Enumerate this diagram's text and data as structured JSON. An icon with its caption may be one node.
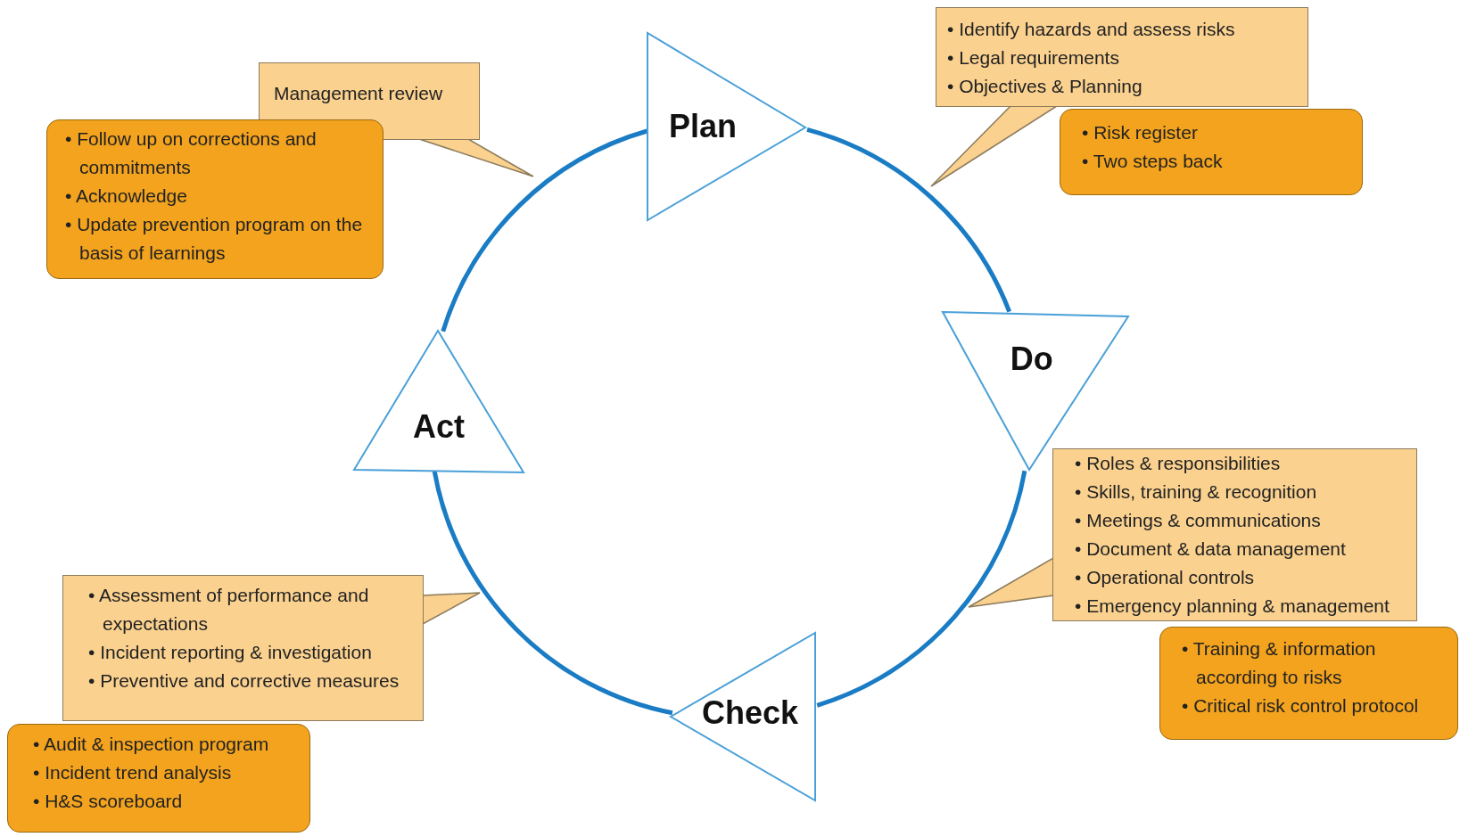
{
  "diagram": {
    "nodes": [
      {
        "text": [
          "Plan"
        ]
      },
      {
        "text": [
          "Do"
        ]
      },
      {
        "text": [
          "Check"
        ]
      },
      {
        "text": [
          "Act"
        ]
      },
      {
        "text": [
          "• Identify hazards and assess risks",
          "• Legal requirements",
          "• Objectives & Planning"
        ]
      },
      {
        "text": [
          "• Risk register",
          "• Two steps back"
        ]
      },
      {
        "text": [
          "Management review"
        ]
      },
      {
        "text": [
          "• Follow up on corrections and commitments",
          "• Acknowledge",
          "• Update prevention program on the basis of learnings"
        ]
      },
      {
        "text": [
          "• Roles & responsibilities",
          "• Skills, training & recognition",
          "• Meetings & communications",
          "• Document & data management",
          "• Operational controls",
          "• Emergency planning & management"
        ]
      },
      {
        "text": [
          "• Training & information according to risks",
          "• Critical risk control protocol"
        ]
      },
      {
        "text": [
          "• Assessment of performance and expectations",
          "• Incident reporting & investigation",
          "• Preventive and corrective measures"
        ]
      },
      {
        "text": [
          "• Audit & inspection program",
          "• Incident trend analysis",
          "• H&S scoreboard"
        ]
      },
      {
        "text": [],
        "shape": "triangle"
      },
      {
        "text": [],
        "shape": "triangle"
      },
      {
        "text": [],
        "shape": "triangle"
      },
      {
        "text": [],
        "shape": "triangle"
      }
    ],
    "edges": [
      {
        "from": 0,
        "to": 1,
        "arrow": "none"
      },
      {
        "from": 1,
        "to": 2,
        "arrow": "none"
      },
      {
        "from": 2,
        "to": 3,
        "arrow": "none"
      },
      {
        "from": 3,
        "to": 0,
        "arrow": "none"
      }
    ]
  }
}
